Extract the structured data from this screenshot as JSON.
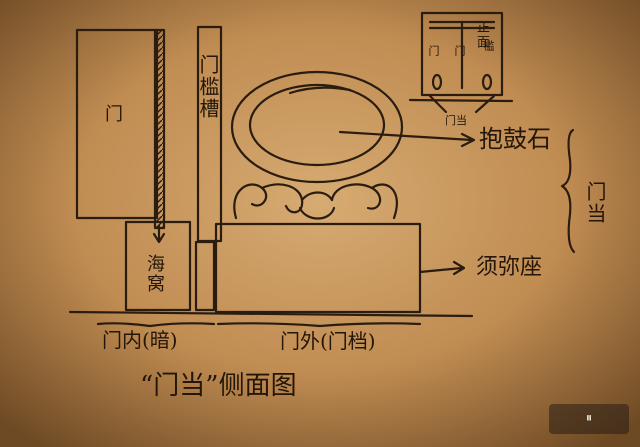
{
  "labels": {
    "door": "门",
    "threshold_groove": "门槛槽",
    "seaweed": "海窝",
    "drum_stone": "抱鼓石",
    "sumeru_base": "须弥座",
    "mendang_side": "门当",
    "door_inner": "门内(暗)",
    "door_outer": "门外(门档)",
    "title": "“门当”侧面图",
    "front_view": "正面",
    "front_door_left": "门",
    "front_door_right": "门",
    "front_groove": "槛",
    "front_mendang": "门当"
  },
  "watermark": "",
  "colors": {
    "paper": "#c6955a",
    "ink": "#2a1d10"
  }
}
